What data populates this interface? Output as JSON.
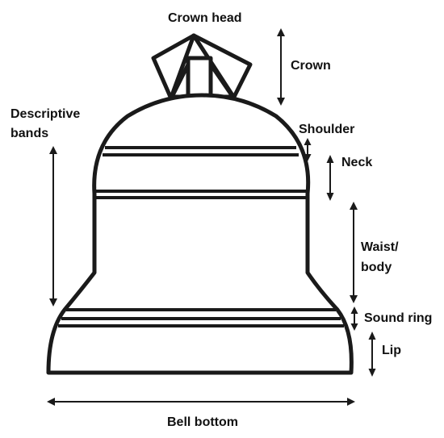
{
  "labels": {
    "crown_head": "Crown head",
    "crown": "Crown",
    "descriptive_bands_1": "Descriptive",
    "descriptive_bands_2": "bands",
    "shoulder": "Shoulder",
    "neck": "Neck",
    "waist_1": "Waist/",
    "waist_2": "body",
    "sound_ring": "Sound ring",
    "lip": "Lip",
    "bell_bottom": "Bell bottom"
  },
  "colors": {
    "outline": "#1a1a1a",
    "background": "#ffffff"
  }
}
